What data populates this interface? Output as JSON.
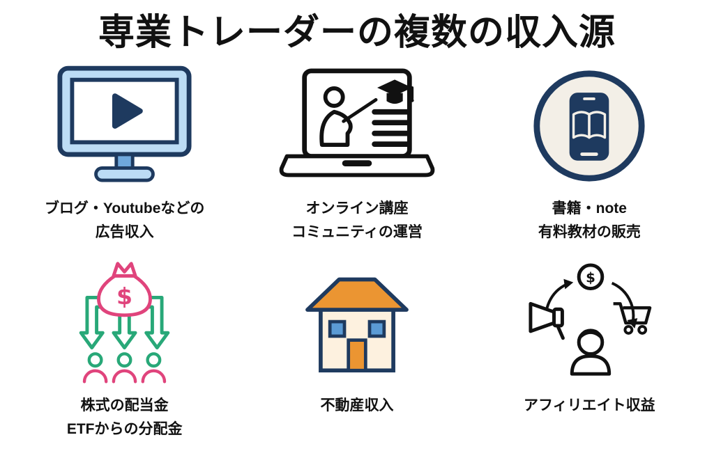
{
  "title": "専業トレーダーの複数の収入源",
  "items": [
    {
      "icon": "monitor-play-icon",
      "lines": [
        "ブログ・Youtubeなどの",
        "広告収入"
      ]
    },
    {
      "icon": "laptop-teaching-icon",
      "lines": [
        "オンライン講座",
        "コミュニティの運営"
      ]
    },
    {
      "icon": "smartphone-book-icon",
      "lines": [
        "書籍・note",
        "有料教材の販売"
      ]
    },
    {
      "icon": "money-bag-distribution-icon",
      "lines": [
        "株式の配当金",
        "ETFからの分配金"
      ]
    },
    {
      "icon": "house-icon",
      "lines": [
        "不動産収入",
        ""
      ]
    },
    {
      "icon": "affiliate-cycle-icon",
      "lines": [
        "アフィリエイト収益",
        ""
      ]
    }
  ],
  "colors": {
    "navy": "#1E3A5F",
    "light_blue": "#BCDCF5",
    "screen_blue": "#5B9BD5",
    "orange": "#EB9532",
    "cream": "#FDF1DF",
    "beige": "#F3EFE7",
    "pink": "#E0447C",
    "green": "#28A878",
    "black": "#111111"
  }
}
